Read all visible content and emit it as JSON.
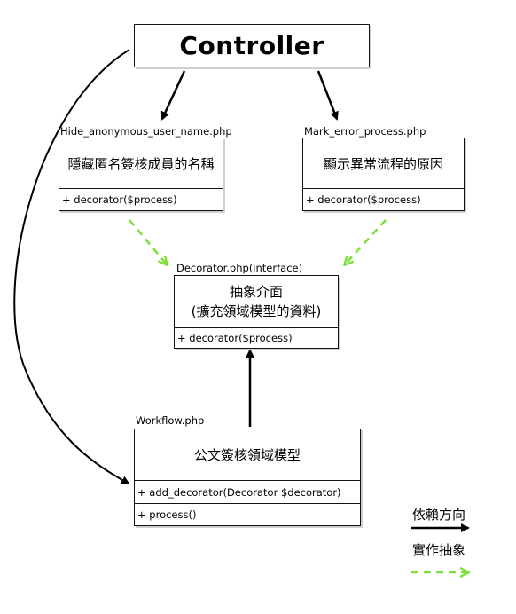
{
  "controller": {
    "label": "Controller"
  },
  "hide_anonymous": {
    "filename": "Hide_anonymous_user_name.php",
    "title": "隱藏匿名簽核成員的名稱",
    "method": "+ decorator($process)"
  },
  "mark_error": {
    "filename": "Mark_error_process.php",
    "title": "顯示異常流程的原因",
    "method": "+ decorator($process)"
  },
  "decorator": {
    "filename": "Decorator.php(interface)",
    "title_line1": "抽象介面",
    "title_line2": "(擴充領域模型的資料)",
    "method": "+ decorator($process)"
  },
  "workflow": {
    "filename": "Workflow.php",
    "title": "公文簽核領域模型",
    "method1": "+ add_decorator(Decorator $decorator)",
    "method2": "+ process()"
  },
  "legend": {
    "dependency_label": "依賴方向",
    "implementation_label": "實作抽象",
    "dependency_color": "#000000",
    "implementation_color": "#7ee03a"
  }
}
